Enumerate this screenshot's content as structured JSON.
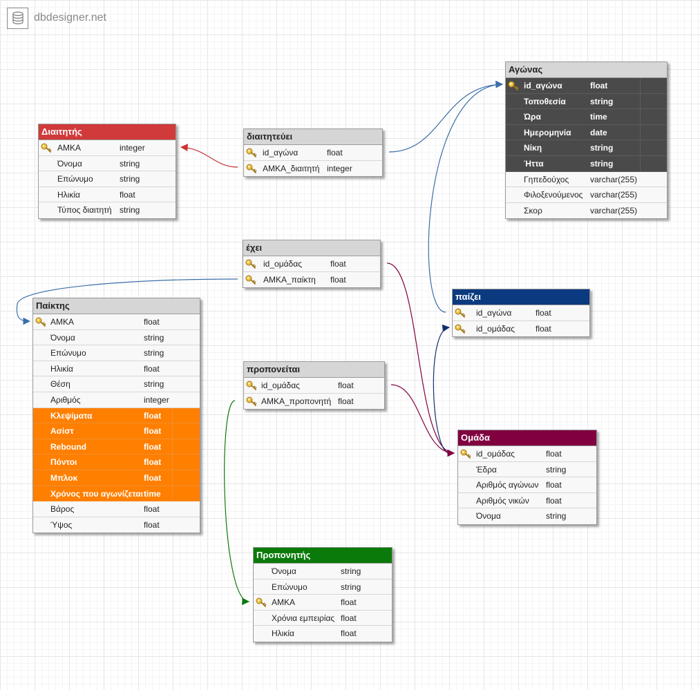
{
  "brand": {
    "name": "dbdesigner.net",
    "icon": "database-icon"
  },
  "colors": {
    "header_default": "#d6d6d6",
    "diaititis": "#d03a3a",
    "paizei": "#0b3a80",
    "omada": "#800040",
    "proponitis": "#0a7a0a",
    "dark_rows": "#4a4a4a",
    "orange_rows": "#ff7f00",
    "link_blue": "#3a6ea8",
    "link_red": "#cc3333",
    "link_navy": "#10306a",
    "link_maroon": "#800040",
    "link_green": "#0a7a0a"
  },
  "tables": {
    "agonas": {
      "title": "Αγώνας",
      "rows": [
        {
          "name": "id_αγώνα",
          "type": "float",
          "pk": true,
          "style": "dark"
        },
        {
          "name": "Τοποθεσία",
          "type": "string",
          "style": "dark"
        },
        {
          "name": "Ώρα",
          "type": "time",
          "style": "dark"
        },
        {
          "name": "Ημερομηνία",
          "type": "date",
          "style": "dark"
        },
        {
          "name": "Νίκη",
          "type": "string",
          "style": "dark"
        },
        {
          "name": "Ήττα",
          "type": "string",
          "style": "dark"
        },
        {
          "name": "Γηπεδούχος",
          "type": "varchar(255)"
        },
        {
          "name": "Φιλοξενούμενος",
          "type": "varchar(255)"
        },
        {
          "name": "Σκορ",
          "type": "varchar(255)"
        }
      ]
    },
    "diaititis": {
      "title": "Διαιτητής",
      "rows": [
        {
          "name": "ΑΜΚΑ",
          "type": "integer",
          "pk": true
        },
        {
          "name": "Όνομα",
          "type": "string"
        },
        {
          "name": "Επώνυμο",
          "type": "string"
        },
        {
          "name": "Ηλικία",
          "type": "float"
        },
        {
          "name": "Τύπος διαιτητή",
          "type": "string"
        }
      ]
    },
    "diaititeuei": {
      "title": "διαιτητεύει",
      "rows": [
        {
          "name": "id_αγώνα",
          "type": "float",
          "pk": true
        },
        {
          "name": "ΑΜΚΑ_διαιτητή",
          "type": "integer",
          "pk": true
        }
      ]
    },
    "exei": {
      "title": "έχει",
      "rows": [
        {
          "name": "id_ομάδας",
          "type": "float",
          "pk": true
        },
        {
          "name": "ΑΜΚΑ_παίκτη",
          "type": "float",
          "pk": true
        }
      ]
    },
    "paiktis": {
      "title": "Παίκτης",
      "rows": [
        {
          "name": "ΑΜΚΑ",
          "type": "float",
          "pk": true
        },
        {
          "name": "Όνομα",
          "type": "string"
        },
        {
          "name": "Επώνυμο",
          "type": "string"
        },
        {
          "name": "Ηλικία",
          "type": "float"
        },
        {
          "name": "Θέση",
          "type": "string"
        },
        {
          "name": "Αριθμός",
          "type": "integer"
        },
        {
          "name": "Κλεψίματα",
          "type": "float",
          "style": "orange"
        },
        {
          "name": "Ασίστ",
          "type": "float",
          "style": "orange"
        },
        {
          "name": "Rebound",
          "type": "float",
          "style": "orange"
        },
        {
          "name": "Πόντοι",
          "type": "float",
          "style": "orange"
        },
        {
          "name": "Μπλοκ",
          "type": "float",
          "style": "orange"
        },
        {
          "name": "Χρόνος που αγωνίζεται",
          "type": "time",
          "style": "orange"
        },
        {
          "name": "Βάρος",
          "type": "float"
        },
        {
          "name": "Ύψος",
          "type": "float"
        }
      ]
    },
    "paizei": {
      "title": "παίζει",
      "rows": [
        {
          "name": "id_αγώνα",
          "type": "float",
          "pk": true
        },
        {
          "name": "id_ομάδας",
          "type": "float",
          "pk": true
        }
      ]
    },
    "proponeitai": {
      "title": "προπονείται",
      "rows": [
        {
          "name": "id_ομάδας",
          "type": "float",
          "pk": true
        },
        {
          "name": "ΑΜΚΑ_προπονητή",
          "type": "float",
          "pk": true
        }
      ]
    },
    "omada": {
      "title": "Ομάδα",
      "rows": [
        {
          "name": "id_ομάδας",
          "type": "float",
          "pk": true
        },
        {
          "name": "Έδρα",
          "type": "string"
        },
        {
          "name": "Αριθμός αγώνων",
          "type": "float"
        },
        {
          "name": "Αριθμός νικών",
          "type": "float"
        },
        {
          "name": "Όνομα",
          "type": "string"
        }
      ]
    },
    "proponitis": {
      "title": "Προπονητής",
      "rows": [
        {
          "name": "Όνομα",
          "type": "string"
        },
        {
          "name": "Επώνυμο",
          "type": "string"
        },
        {
          "name": "ΑΜΚΑ",
          "type": "float",
          "pk": true
        },
        {
          "name": "Χρόνια εμπειρίας",
          "type": "float"
        },
        {
          "name": "Ηλικία",
          "type": "float"
        }
      ]
    }
  }
}
